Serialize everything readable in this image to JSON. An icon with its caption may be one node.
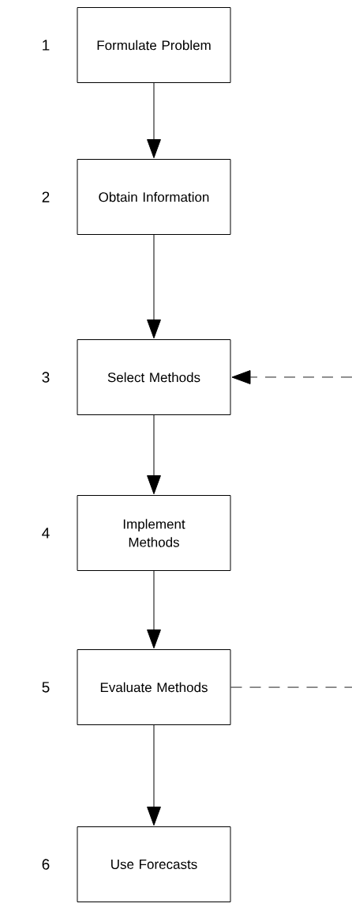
{
  "diagram": {
    "nodes": [
      {
        "text": [
          "Formulate Problem"
        ],
        "beside": [
          "1"
        ]
      },
      {
        "text": [
          "Obtain Information"
        ],
        "beside": [
          "2"
        ]
      },
      {
        "text": [
          "Select Methods"
        ],
        "beside": [
          "3"
        ]
      },
      {
        "text": [
          "Implement Methods"
        ],
        "beside": [
          "4"
        ]
      },
      {
        "text": [
          "Evaluate Methods"
        ],
        "beside": [
          "5"
        ]
      },
      {
        "text": [
          "Use Forecasts"
        ],
        "beside": [
          "6"
        ]
      }
    ],
    "edges": [
      {
        "from": 0,
        "to": 1,
        "arrow": "to"
      },
      {
        "from": 1,
        "to": 2,
        "arrow": "to"
      },
      {
        "from": 2,
        "to": 3,
        "arrow": "to"
      },
      {
        "from": 3,
        "to": 4,
        "arrow": "to"
      },
      {
        "from": 4,
        "to": 5,
        "arrow": "to"
      },
      {
        "from": null,
        "to": 2,
        "arrow": "to",
        "style": "dashed"
      },
      {
        "from": 4,
        "to": null,
        "arrow": "none",
        "style": "dashed"
      }
    ]
  }
}
